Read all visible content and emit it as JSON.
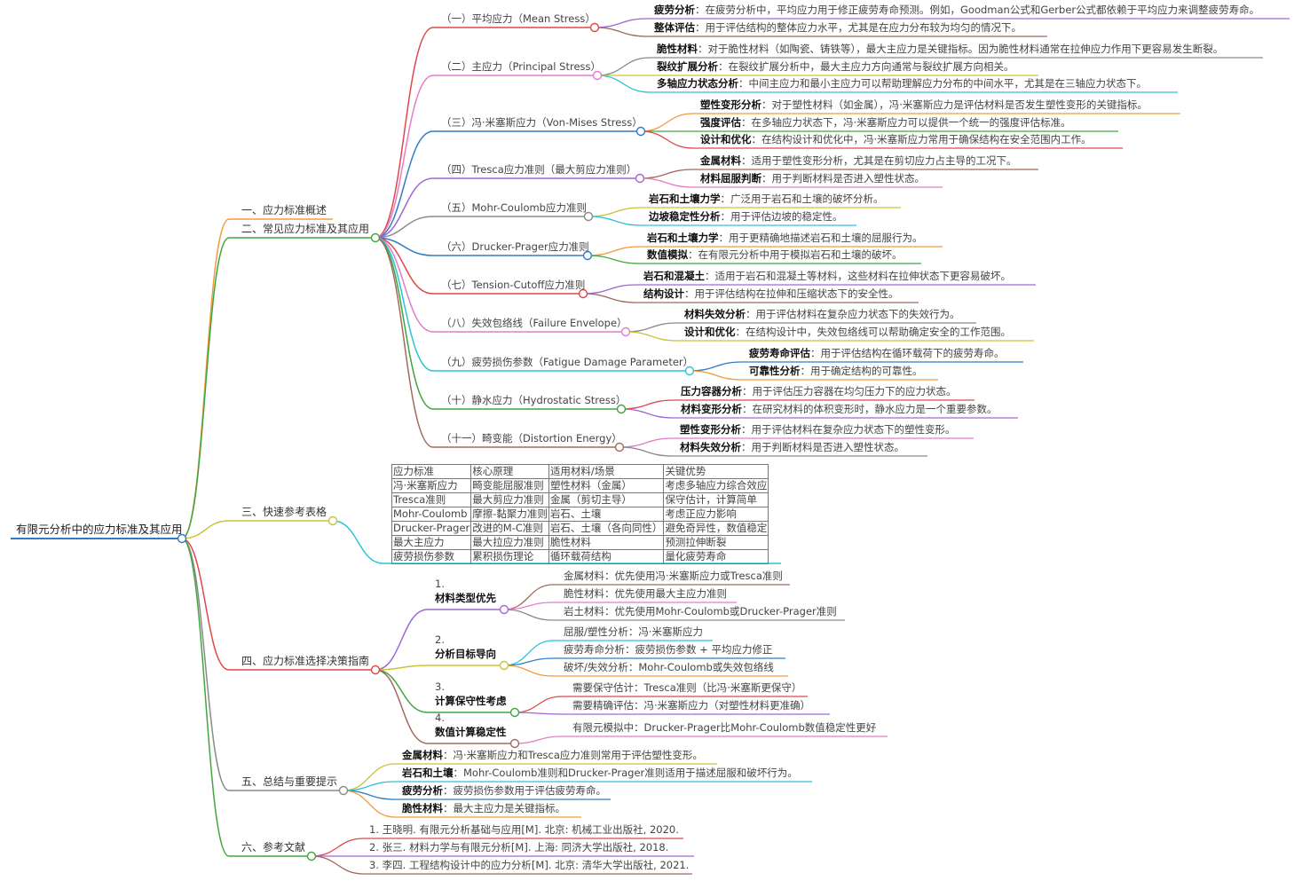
{
  "root": "有限元分析中的应力标准及其应用",
  "sections": [
    {
      "label": "一、应力标准概述"
    },
    {
      "label": "二、常见应力标准及其应用",
      "children": [
        {
          "label": "（一）平均应力（Mean Stress）",
          "items": [
            {
              "term": "疲劳分析",
              "desc": "：在疲劳分析中，平均应力用于修正疲劳寿命预测。例如，Goodman公式和Gerber公式都依赖于平均应力来调整疲劳寿命。"
            },
            {
              "term": "整体评估",
              "desc": "：用于评估结构的整体应力水平，尤其是在应力分布较为均匀的情况下。"
            }
          ]
        },
        {
          "label": "（二）主应力（Principal Stress）",
          "items": [
            {
              "term": "脆性材料",
              "desc": "：对于脆性材料（如陶瓷、铸铁等），最大主应力是关键指标。因为脆性材料通常在拉伸应力作用下更容易发生断裂。"
            },
            {
              "term": "裂纹扩展分析",
              "desc": "：在裂纹扩展分析中，最大主应力方向通常与裂纹扩展方向相关。"
            },
            {
              "term": "多轴应力状态分析",
              "desc": "：中间主应力和最小主应力可以帮助理解应力分布的中间水平，尤其是在三轴应力状态下。"
            }
          ]
        },
        {
          "label": "（三）冯·米塞斯应力（Von-Mises Stress）",
          "items": [
            {
              "term": "塑性变形分析",
              "desc": "：对于塑性材料（如金属），冯·米塞斯应力是评估材料是否发生塑性变形的关键指标。"
            },
            {
              "term": "强度评估",
              "desc": "：在多轴应力状态下，冯·米塞斯应力可以提供一个统一的强度评估标准。"
            },
            {
              "term": "设计和优化",
              "desc": "：在结构设计和优化中，冯·米塞斯应力常用于确保结构在安全范围内工作。"
            }
          ]
        },
        {
          "label": "（四）Tresca应力准则（最大剪应力准则）",
          "items": [
            {
              "term": "金属材料",
              "desc": "：适用于塑性变形分析，尤其是在剪切应力占主导的工况下。"
            },
            {
              "term": "材料屈服判断",
              "desc": "：用于判断材料是否进入塑性状态。"
            }
          ]
        },
        {
          "label": "（五）Mohr-Coulomb应力准则",
          "items": [
            {
              "term": "岩石和土壤力学",
              "desc": "：广泛用于岩石和土壤的破坏分析。"
            },
            {
              "term": "边坡稳定性分析",
              "desc": "：用于评估边坡的稳定性。"
            }
          ]
        },
        {
          "label": "（六）Drucker-Prager应力准则",
          "items": [
            {
              "term": "岩石和土壤力学",
              "desc": "：用于更精确地描述岩石和土壤的屈服行为。"
            },
            {
              "term": "数值模拟",
              "desc": "：在有限元分析中用于模拟岩石和土壤的破坏。"
            }
          ]
        },
        {
          "label": "（七）Tension-Cutoff应力准则",
          "items": [
            {
              "term": "岩石和混凝土",
              "desc": "：适用于岩石和混凝土等材料，这些材料在拉伸状态下更容易破坏。"
            },
            {
              "term": "结构设计",
              "desc": "：用于评估结构在拉伸和压缩状态下的安全性。"
            }
          ]
        },
        {
          "label": "（八）失效包络线（Failure Envelope）",
          "items": [
            {
              "term": "材料失效分析",
              "desc": "：用于评估材料在复杂应力状态下的失效行为。"
            },
            {
              "term": "设计和优化",
              "desc": "：在结构设计中，失效包络线可以帮助确定安全的工作范围。"
            }
          ]
        },
        {
          "label": "（九）疲劳损伤参数（Fatigue Damage Parameter）",
          "items": [
            {
              "term": "疲劳寿命评估",
              "desc": "：用于评估结构在循环载荷下的疲劳寿命。"
            },
            {
              "term": "可靠性分析",
              "desc": "：用于确定结构的可靠性。"
            }
          ]
        },
        {
          "label": "（十）静水应力（Hydrostatic Stress）",
          "items": [
            {
              "term": "压力容器分析",
              "desc": "：用于评估压力容器在均匀压力下的应力状态。"
            },
            {
              "term": "材料变形分析",
              "desc": "：在研究材料的体积变形时，静水应力是一个重要参数。"
            }
          ]
        },
        {
          "label": "（十一）畸变能（Distortion Energy）",
          "items": [
            {
              "term": "塑性变形分析",
              "desc": "：用于评估材料在复杂应力状态下的塑性变形。"
            },
            {
              "term": "材料失效分析",
              "desc": "：用于判断材料是否进入塑性状态。"
            }
          ]
        }
      ]
    },
    {
      "label": "三、快速参考表格",
      "table": {
        "headers": [
          "应力标准",
          "核心原理",
          "适用材料/场景",
          "关键优势"
        ],
        "rows": [
          [
            "冯·米塞斯应力",
            "畸变能屈服准则",
            "塑性材料（金属）",
            "考虑多轴应力综合效应"
          ],
          [
            "Tresca准则",
            "最大剪应力准则",
            "金属（剪切主导）",
            "保守估计，计算简单"
          ],
          [
            "Mohr-Coulomb",
            "摩擦-黏聚力准则",
            "岩石、土壤",
            "考虑正应力影响"
          ],
          [
            "Drucker-Prager",
            "改进的M-C准则",
            "岩石、土壤（各向同性）",
            "避免奇异性，数值稳定"
          ],
          [
            "最大主应力",
            "最大拉应力准则",
            "脆性材料",
            "预测拉伸断裂"
          ],
          [
            "疲劳损伤参数",
            "累积损伤理论",
            "循环载荷结构",
            "量化疲劳寿命"
          ]
        ]
      }
    },
    {
      "label": "四、应力标准选择决策指南",
      "children": [
        {
          "num": "1.",
          "label": "材料类型优先",
          "items": [
            "金属材料：优先使用冯·米塞斯应力或Tresca准则",
            "脆性材料：优先使用最大主应力准则",
            "岩土材料：优先使用Mohr-Coulomb或Drucker-Prager准则"
          ]
        },
        {
          "num": "2.",
          "label": "分析目标导向",
          "items": [
            "屈服/塑性分析：冯·米塞斯应力",
            "疲劳寿命分析：疲劳损伤参数 + 平均应力修正",
            "破坏/失效分析：Mohr-Coulomb或失效包络线"
          ]
        },
        {
          "num": "3.",
          "label": "计算保守性考虑",
          "items": [
            "需要保守估计：Tresca准则（比冯·米塞斯更保守）",
            "需要精确评估：冯·米塞斯应力（对塑性材料更准确）"
          ]
        },
        {
          "num": "4.",
          "label": "数值计算稳定性",
          "items": [
            "有限元模拟中：Drucker-Prager比Mohr-Coulomb数值稳定性更好"
          ]
        }
      ]
    },
    {
      "label": "五、总结与重要提示",
      "items": [
        {
          "term": "金属材料",
          "desc": "：冯·米塞斯应力和Tresca应力准则常用于评估塑性变形。"
        },
        {
          "term": "岩石和土壤",
          "desc": "：Mohr-Coulomb准则和Drucker-Prager准则适用于描述屈服和破坏行为。"
        },
        {
          "term": "疲劳分析",
          "desc": "：疲劳损伤参数用于评估疲劳寿命。"
        },
        {
          "term": "脆性材料",
          "desc": "：最大主应力是关键指标。"
        }
      ]
    },
    {
      "label": "六、参考文献",
      "items": [
        "1. 王晓明. 有限元分析基础与应用[M]. 北京: 机械工业出版社, 2020.",
        "2. 张三. 材料力学与有限元分析[M]. 上海: 同济大学出版社, 2018.",
        "3. 李四. 工程结构设计中的应力分析[M]. 北京: 清华大学出版社, 2021."
      ]
    }
  ],
  "colors": {
    "red": "#e04848",
    "pink": "#e47cc8",
    "blue": "#2f7cc6",
    "purple": "#a067d6",
    "gray": "#8a8a8a",
    "cyan": "#2cc3d6",
    "green": "#3fa63f",
    "brown": "#a06b5f",
    "orange": "#f59a3c",
    "olive": "#c9c43a"
  }
}
